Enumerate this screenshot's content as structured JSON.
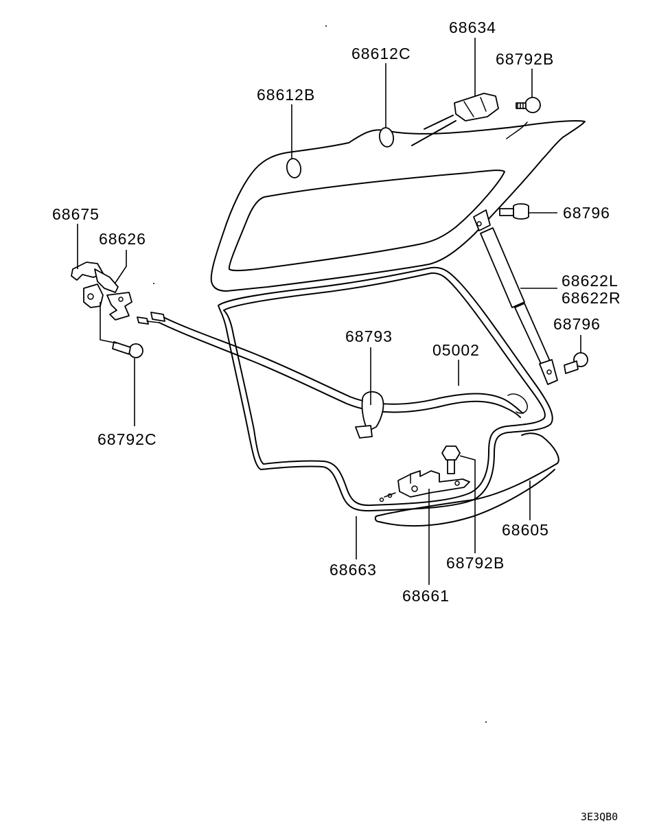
{
  "diagram": {
    "part_labels": {
      "p68634": "68634",
      "p68612C": "68612C",
      "p68792B_top": "68792B",
      "p68612B": "68612B",
      "p68675": "68675",
      "p68626": "68626",
      "p68796_top": "68796",
      "p68622L": "68622L",
      "p68622R": "68622R",
      "p68796_mid": "68796",
      "p68793": "68793",
      "p05002": "05002",
      "p68792C": "68792C",
      "p68605": "68605",
      "p68792B_bottom": "68792B",
      "p68663": "68663",
      "p68661": "68661"
    },
    "figure_code": "3E3QB0"
  }
}
